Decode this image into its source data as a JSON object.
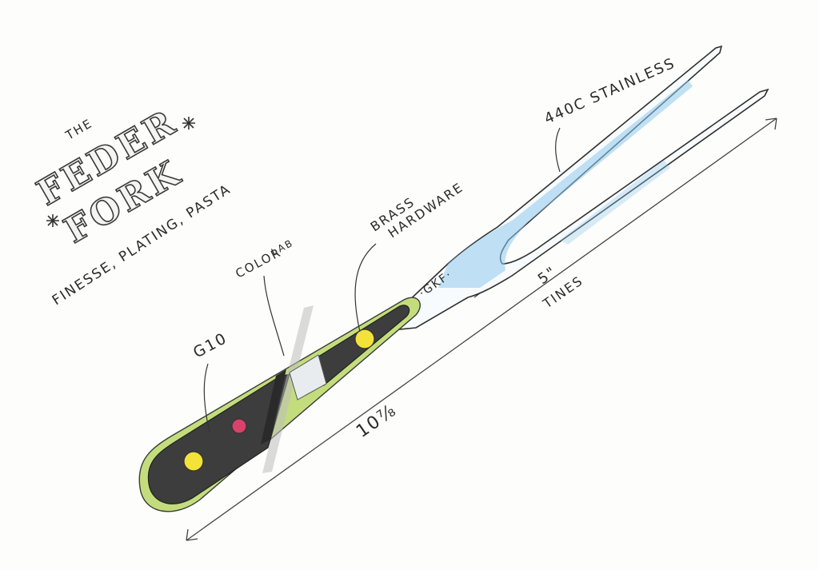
{
  "title": {
    "the": "THE",
    "feder": "FEDER",
    "fork": "FORK",
    "tagline": "FINESSE, PLATING, PASTA"
  },
  "labels": {
    "steel": "440C STAINLESS",
    "brass": "BRASS",
    "hardware": "HARDWARE",
    "color": "COLOR",
    "lab": "LAB",
    "g10": "G10",
    "maker_mark": "·GKF·",
    "tine_length": "5\"",
    "tines": "TINES",
    "overall_length": "10⅞"
  },
  "colors": {
    "handle": "#3d3d3d",
    "liner": "#c4dd7c",
    "brass_pin": "#f2e23a",
    "color_lab_pin": "#d9426b",
    "steel_wash": "#8ec8ec"
  }
}
